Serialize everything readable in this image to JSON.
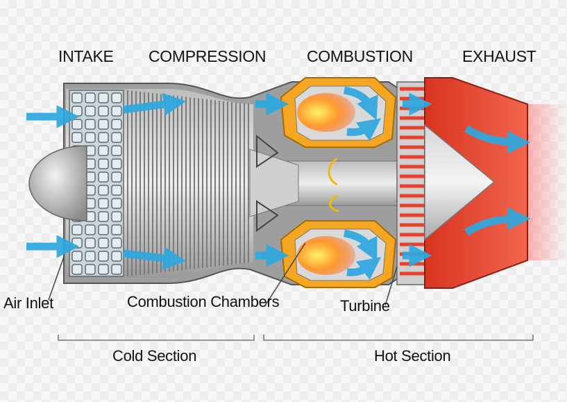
{
  "stages": {
    "intake": "INTAKE",
    "compression": "COMPRESSION",
    "combustion": "COMBUSTION",
    "exhaust": "EXHAUST"
  },
  "components": {
    "air_inlet": "Air Inlet",
    "combustion_chambers": "Combustion Chambers",
    "turbine": "Turbine"
  },
  "sections": {
    "cold": "Cold Section",
    "hot": "Hot Section"
  },
  "colors": {
    "airflow": "#2ea8e0",
    "casing": "#8d8d8d",
    "combustion_liner": "#f5a623",
    "flame": "#ff6a13",
    "exhaust_nozzle": "#e8402a",
    "exhaust_plume": "#ff5a5a"
  }
}
